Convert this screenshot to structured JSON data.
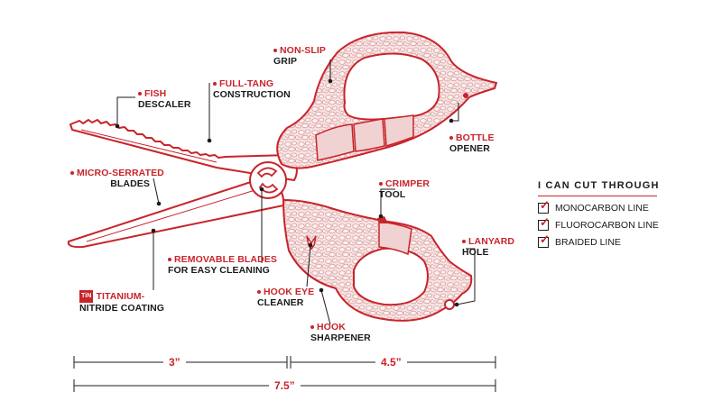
{
  "labels": {
    "fish_descaler": {
      "line1": "FISH",
      "line2": "DESCALER"
    },
    "full_tang": {
      "line1": "FULL-TANG",
      "line2": "CONSTRUCTION"
    },
    "non_slip": {
      "line1": "NON-SLIP",
      "line2": "GRIP"
    },
    "bottle_opener": {
      "line1": "BOTTLE",
      "line2": "OPENER"
    },
    "micro_serrated": {
      "line1": "MICRO-SERRATED",
      "line2": "BLADES"
    },
    "crimper": {
      "line1": "CRIMPER",
      "line2": "TOOL"
    },
    "removable_blades": {
      "line1": "REMOVABLE BLADES",
      "line2": "FOR EASY CLEANING"
    },
    "lanyard": {
      "line1": "LANYARD",
      "line2": "HOLE"
    },
    "titanium": {
      "badge": "TiN",
      "line1": "TITANIUM-",
      "line2": "NITRIDE COATING"
    },
    "hook_eye": {
      "line1": "HOOK EYE",
      "line2": "CLEANER"
    },
    "hook_sharpener": {
      "line1": "HOOK",
      "line2": "SHARPENER"
    }
  },
  "dimensions": {
    "blade_length": "3”",
    "handle_length": "4.5”",
    "total_length": "7.5”"
  },
  "cut_panel": {
    "title": "I CAN CUT THROUGH",
    "items": [
      "MONOCARBON LINE",
      "FLUOROCARBON LINE",
      "BRAIDED LINE"
    ]
  },
  "colors": {
    "accent": "#c8242b",
    "text": "#1b1b1b",
    "grip_fill": "#f6e3e3"
  }
}
